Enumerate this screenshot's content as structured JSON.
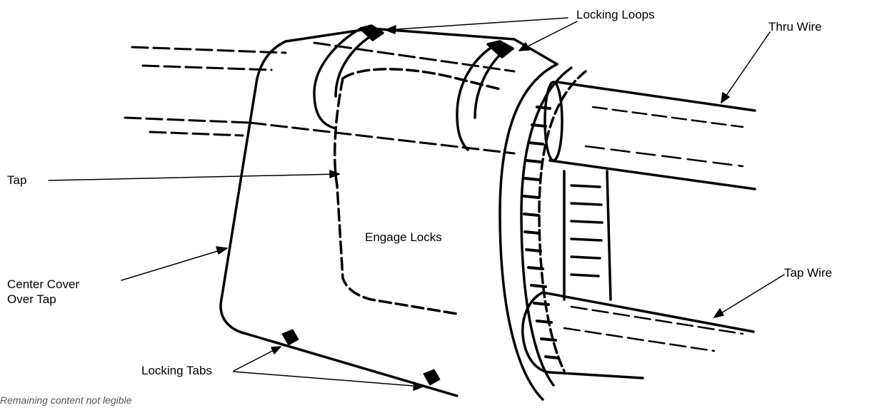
{
  "labels": {
    "locking_loops": "Locking Loops",
    "thru_wire": "Thru Wire",
    "tap": "Tap",
    "engage_locks": "Engage Locks",
    "center_cover_line1": "Center Cover",
    "center_cover_line2": "Over Tap",
    "tap_wire": "Tap Wire",
    "locking_tabs": "Locking Tabs"
  },
  "caption": "Remaining content not legible"
}
